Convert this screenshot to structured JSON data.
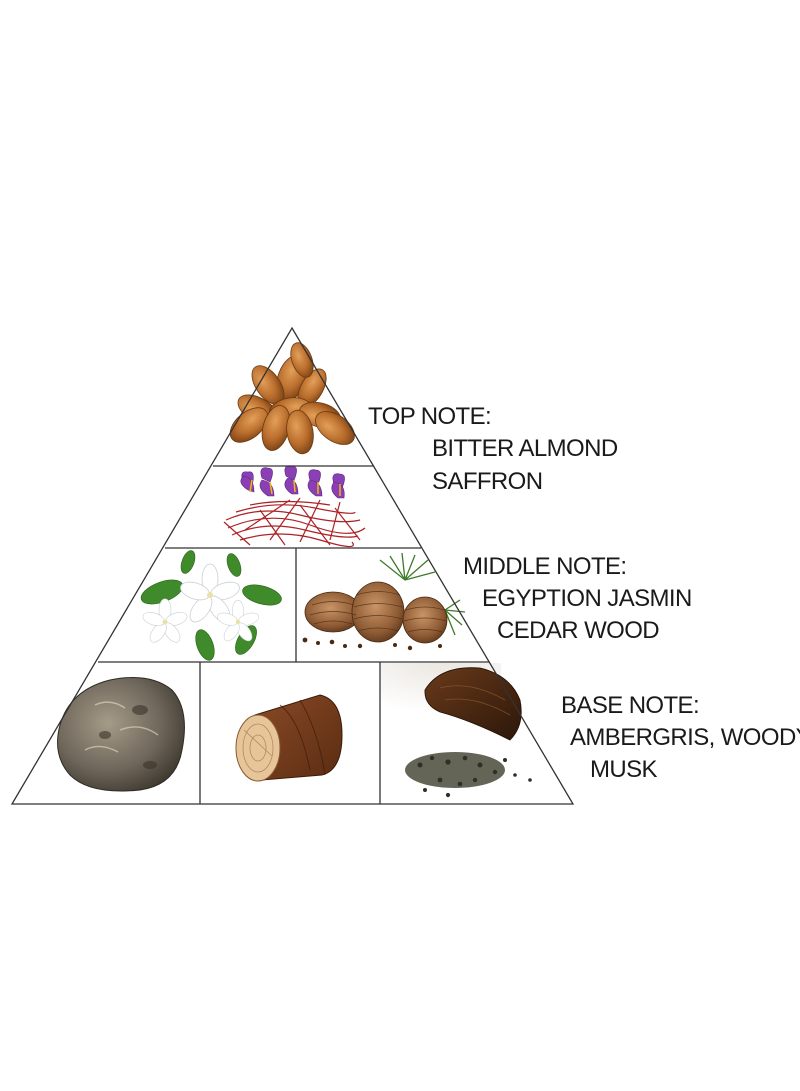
{
  "notes": {
    "top": {
      "heading": "TOP NOTE:",
      "items": [
        "BITTER ALMOND",
        "SAFFRON"
      ]
    },
    "middle": {
      "heading": "MIDDLE NOTE:",
      "items": [
        "EGYPTION JASMIN",
        "CEDAR WOOD"
      ]
    },
    "base": {
      "heading": "BASE NOTE:",
      "items": [
        "AMBERGRIS, WOODY",
        "MUSK"
      ]
    }
  },
  "images": {
    "tier1": "almonds",
    "tier2": "saffron",
    "tier3": [
      "jasmine-flowers",
      "cedar-pine-cones"
    ],
    "tier4": [
      "ambergris-stone",
      "wood-log",
      "musk-grains"
    ]
  },
  "colors": {
    "outline": "#333333",
    "text": "#1a1a1a"
  }
}
